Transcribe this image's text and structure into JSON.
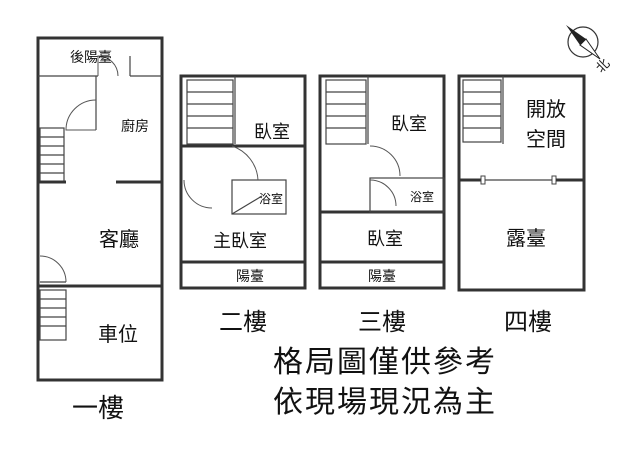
{
  "floors": {
    "f1": {
      "label": "一樓",
      "rooms": {
        "rear_balcony": "後陽臺",
        "kitchen": "廚房",
        "living_room": "客廳",
        "parking": "車位"
      }
    },
    "f2": {
      "label": "二樓",
      "rooms": {
        "bedroom": "臥室",
        "bathroom": "浴室",
        "master_bedroom": "主臥室",
        "balcony": "陽臺"
      }
    },
    "f3": {
      "label": "三樓",
      "rooms": {
        "bedroom_top": "臥室",
        "bathroom": "浴室",
        "bedroom_bottom": "臥室",
        "balcony": "陽臺"
      }
    },
    "f4": {
      "label": "四樓",
      "rooms": {
        "open_space_line1": "開放",
        "open_space_line2": "空間",
        "terrace": "露臺"
      }
    }
  },
  "notice": {
    "line1": "格局圖僅供參考",
    "line2": "依現場現況為主"
  },
  "compass": {
    "north_glyph": "北",
    "icon": "compass-icon"
  }
}
